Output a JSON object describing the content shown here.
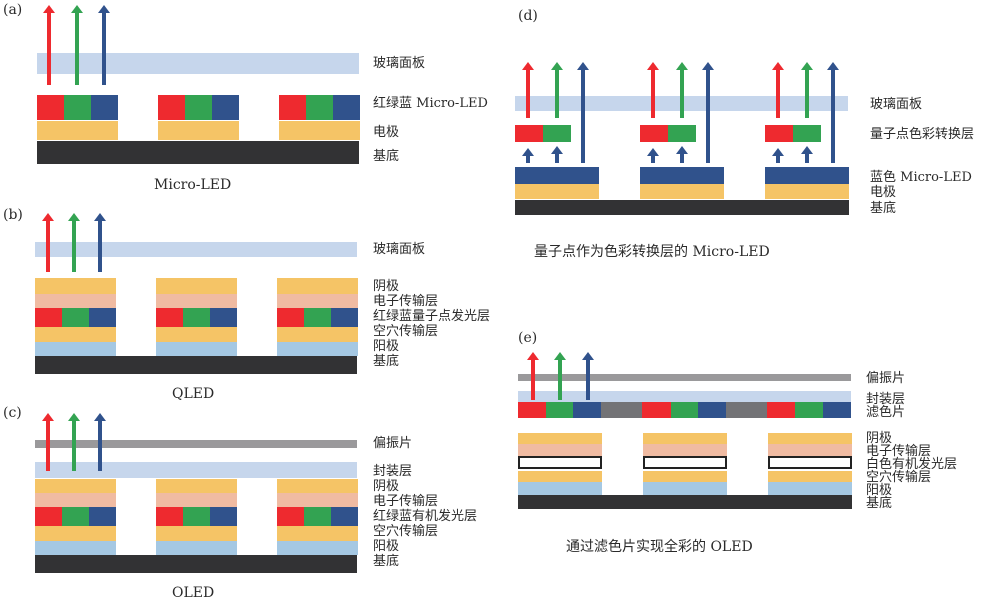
{
  "colors": {
    "red": "#ee2a2f",
    "green": "#33a352",
    "blue": "#30528c",
    "glass": "#c6d6ec",
    "electrode": "#f5c466",
    "etl": "#f0bba2",
    "anode": "#a5c8e3",
    "substrate": "#323234",
    "polarizer": "#9a999b",
    "filter_gray": "#737376",
    "white_box_border": "#222222"
  },
  "panels": {
    "a": {
      "tag": "(a)",
      "caption": "Micro-LED",
      "labels": [
        "玻璃面板",
        "红绿蓝 Micro-LED",
        "电极",
        "基底"
      ]
    },
    "b": {
      "tag": "(b)",
      "caption": "QLED",
      "labels": [
        "玻璃面板",
        "阴极",
        "电子传输层",
        "红绿蓝量子点发光层",
        "空穴传输层",
        "阳极",
        "基底"
      ]
    },
    "c": {
      "tag": "(c)",
      "caption": "OLED",
      "labels": [
        "偏振片",
        "封装层",
        "阴极",
        "电子传输层",
        "红绿蓝有机发光层",
        "空穴传输层",
        "阳极",
        "基底"
      ]
    },
    "d": {
      "tag": "(d)",
      "caption": "量子点作为色彩转换层的 Micro-LED",
      "labels": [
        "玻璃面板",
        "量子点色彩转换层",
        "蓝色 Micro-LED",
        "电极",
        "基底"
      ]
    },
    "e": {
      "tag": "(e)",
      "caption": "通过滤色片实现全彩的 OLED",
      "labels": [
        "偏振片",
        "封装层",
        "滤色片",
        "阴极",
        "电子传输层",
        "白色有机发光层",
        "空穴传输层",
        "阳极",
        "基底"
      ]
    }
  }
}
